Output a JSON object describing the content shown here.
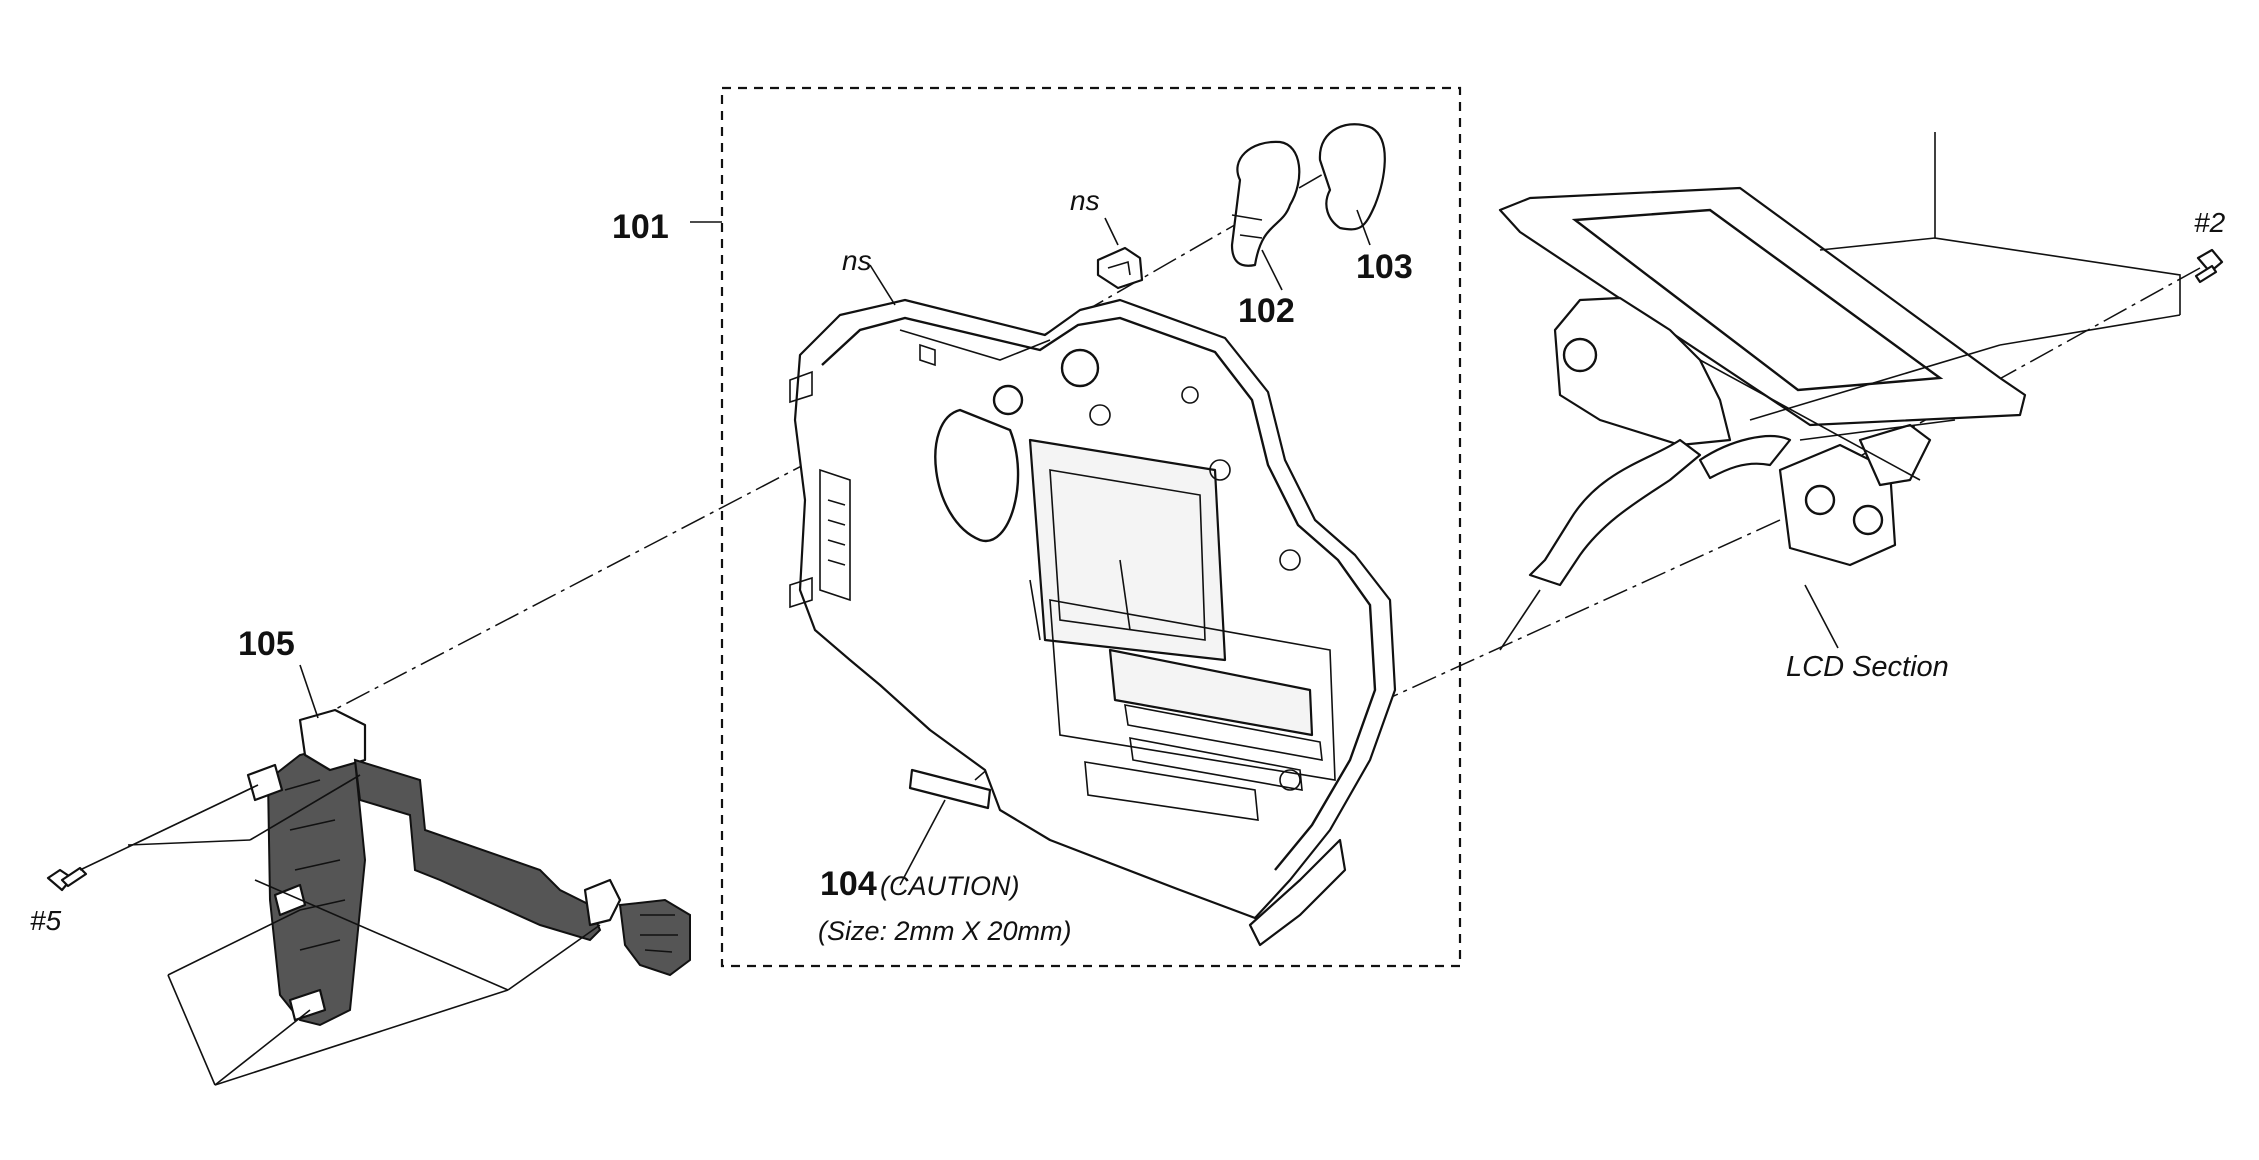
{
  "labels": {
    "p101": "101",
    "p102": "102",
    "p103": "103",
    "p104": "104",
    "caution": "(CAUTION)",
    "size": "(Size: 2mm X 20mm)",
    "p105": "105",
    "ns_top": "ns",
    "ns_left": "ns",
    "screw2": "#2",
    "screw5": "#5",
    "lcd": "LCD Section"
  }
}
